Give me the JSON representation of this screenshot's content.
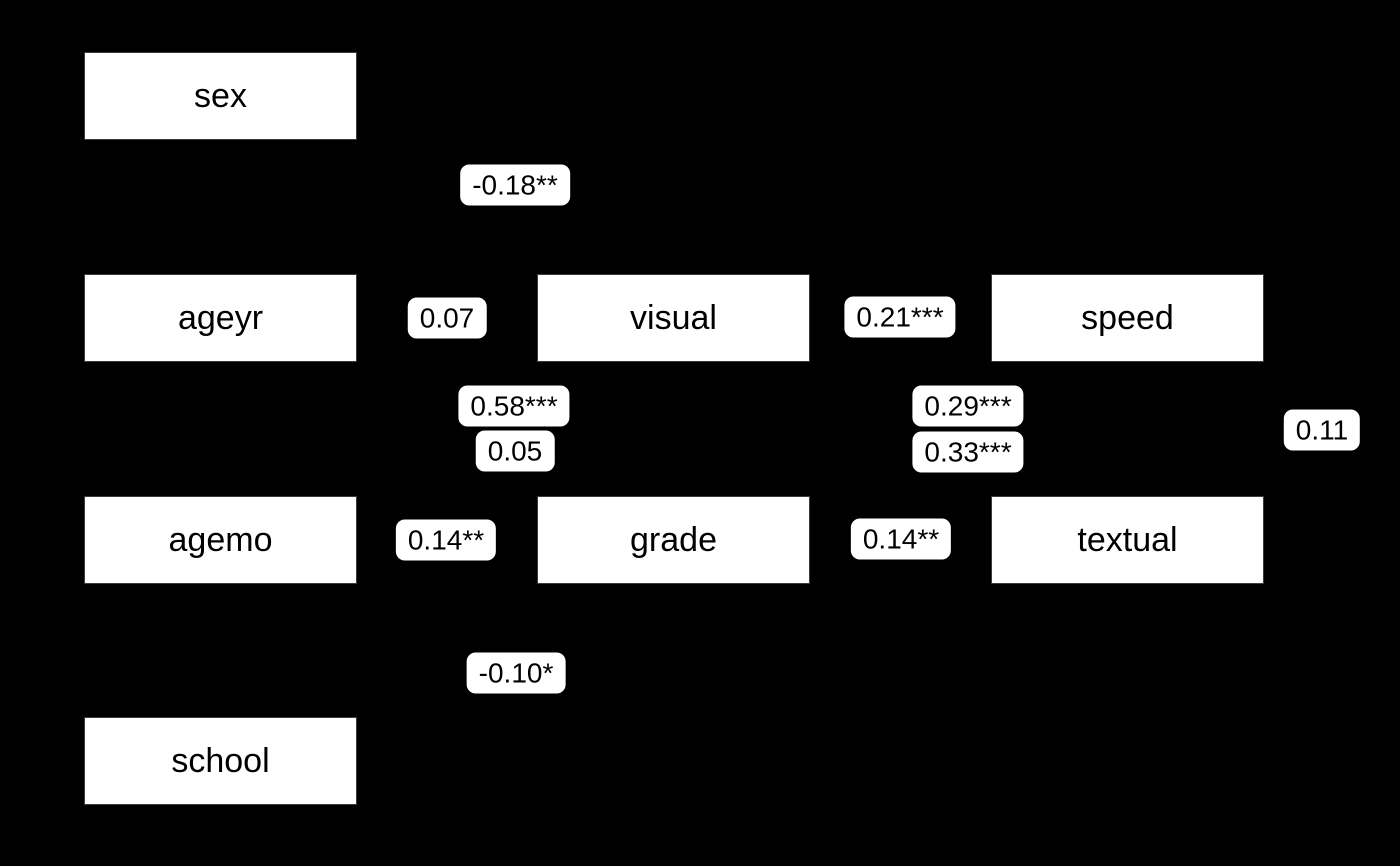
{
  "diagram": {
    "type": "sem-path-diagram",
    "background_color": "#000000",
    "node_fill_color": "#ffffff",
    "text_color": "#000000",
    "nodes": [
      {
        "id": "sex",
        "label": "sex"
      },
      {
        "id": "ageyr",
        "label": "ageyr"
      },
      {
        "id": "visual",
        "label": "visual"
      },
      {
        "id": "speed",
        "label": "speed"
      },
      {
        "id": "agemo",
        "label": "agemo"
      },
      {
        "id": "grade",
        "label": "grade"
      },
      {
        "id": "textual",
        "label": "textual"
      },
      {
        "id": "school",
        "label": "school"
      }
    ],
    "edge_labels": [
      {
        "text": "-0.18**"
      },
      {
        "text": "0.07"
      },
      {
        "text": "0.21***"
      },
      {
        "text": "0.58***"
      },
      {
        "text": "0.05"
      },
      {
        "text": "0.29***"
      },
      {
        "text": "0.33***"
      },
      {
        "text": "0.11"
      },
      {
        "text": "0.14**"
      },
      {
        "text": "0.14**"
      },
      {
        "text": "-0.10*"
      }
    ]
  }
}
